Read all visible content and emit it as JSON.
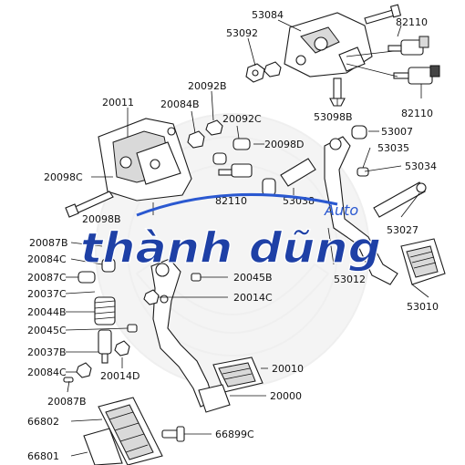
{
  "diagram": {
    "labels": {
      "l53084": "53084",
      "l82110a": "82110",
      "l53092": "53092",
      "l82110b": "82110",
      "l20092b": "20092B",
      "l53098b": "53098B",
      "l20011": "20011",
      "l20084b": "20084B",
      "l20092c": "20092C",
      "l53007": "53007",
      "l53035": "53035",
      "l20098d": "20098D",
      "l53034": "53034",
      "l20098c": "20098C",
      "l82110c": "82110",
      "l53038": "53038",
      "l20098b": "20098B",
      "l53027": "53027",
      "l20087b": "20087B",
      "l20084c": "20084C",
      "l53012": "53012",
      "l20087c": "20087C",
      "l20045b": "20045B",
      "l20037c": "20037C",
      "l20014c": "20014C",
      "l53010": "53010",
      "l20044b": "20044B",
      "l20045c": "20045C",
      "l20037b": "20037B",
      "l20014d": "20014D",
      "l20084c2": "20084C",
      "l20010": "20010",
      "l20087b2": "20087B",
      "l20000": "20000",
      "l66802": "66802",
      "l66899c": "66899C",
      "l66801": "66801"
    },
    "watermark": {
      "brand_main": "thành dũng",
      "brand_small": "Auto"
    },
    "colors": {
      "brand": "#1e40a6",
      "brand_accent": "#2a58d0",
      "line": "#111111"
    }
  }
}
